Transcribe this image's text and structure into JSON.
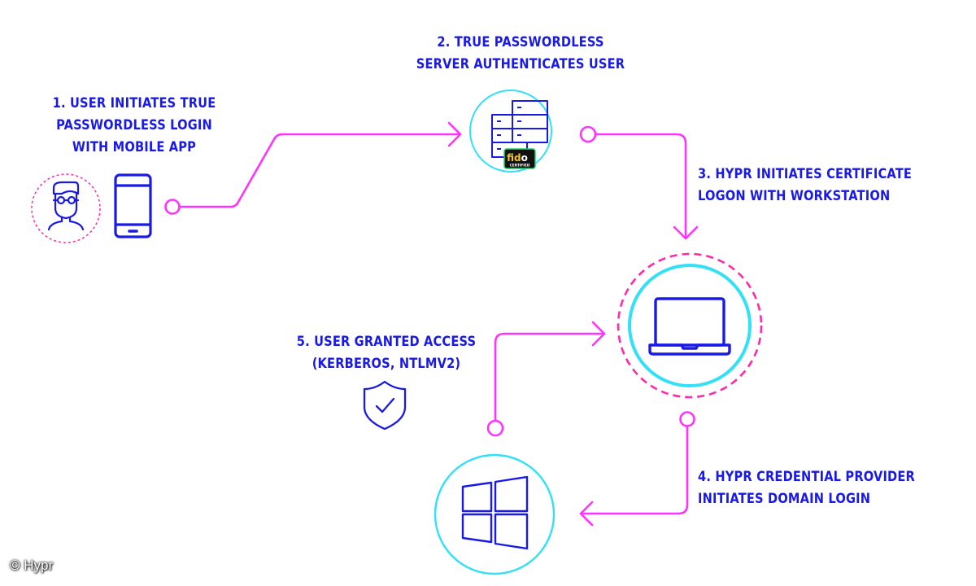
{
  "colors": {
    "text": "#1a1ae6",
    "icon_stroke": "#1a1ae6",
    "connector": "#ff33ff",
    "ring_cyan": "#33e0f5",
    "ring_dashed": "#ff2aa8",
    "fido_bg": "#111111",
    "fido_border": "#1fd16a",
    "fido_text": "#f5c518"
  },
  "steps": {
    "step1": {
      "lines": [
        "1. USER INITIATES TRUE",
        "PASSWORDLESS LOGIN",
        "WITH MOBILE APP"
      ]
    },
    "step2": {
      "lines": [
        "2.  TRUE PASSWORDLESS",
        "SERVER AUTHENTICATES USER"
      ]
    },
    "step3": {
      "lines": [
        "3. HYPR INITIATES CERTIFICATE",
        "LOGON WITH WORKSTATION"
      ]
    },
    "step4": {
      "lines": [
        "4. HYPR CREDENTIAL PROVIDER",
        "INITIATES DOMAIN LOGIN"
      ]
    },
    "step5": {
      "lines": [
        "5. USER GRANTED ACCESS",
        "(KERBEROS, NTLMV2)"
      ]
    }
  },
  "nodes": {
    "user": {
      "icon": "user-icon"
    },
    "mobile": {
      "icon": "smartphone-icon"
    },
    "server": {
      "icon": "server-icon",
      "badge": {
        "brand": "fido",
        "brand_main": "fid",
        "brand_end": "o",
        "subtitle": "CERTIFIED"
      }
    },
    "workstation": {
      "icon": "laptop-icon"
    },
    "domain": {
      "icon": "windows-logo-icon"
    },
    "access": {
      "icon": "shield-check-icon"
    }
  },
  "copyright": "© Hypr"
}
